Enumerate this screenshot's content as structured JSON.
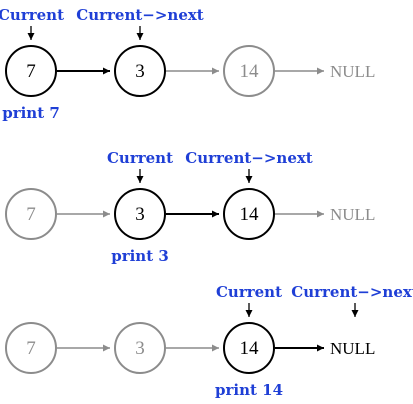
{
  "steps": [
    {
      "nodes": [
        "7",
        "3",
        "14"
      ],
      "null_label": "NULL",
      "current_label": "Current",
      "next_label": "Current−>next",
      "print_label": "print 7"
    },
    {
      "nodes": [
        "7",
        "3",
        "14"
      ],
      "null_label": "NULL",
      "current_label": "Current",
      "next_label": "Current−>next",
      "print_label": "print 3"
    },
    {
      "nodes": [
        "7",
        "3",
        "14"
      ],
      "null_label": "NULL",
      "current_label": "Current",
      "next_label": "Current−>next",
      "print_label": "print 14"
    }
  ],
  "colors": {
    "label": "#1f3fd6",
    "active": "#000000",
    "inactive": "#8c8c8c"
  }
}
